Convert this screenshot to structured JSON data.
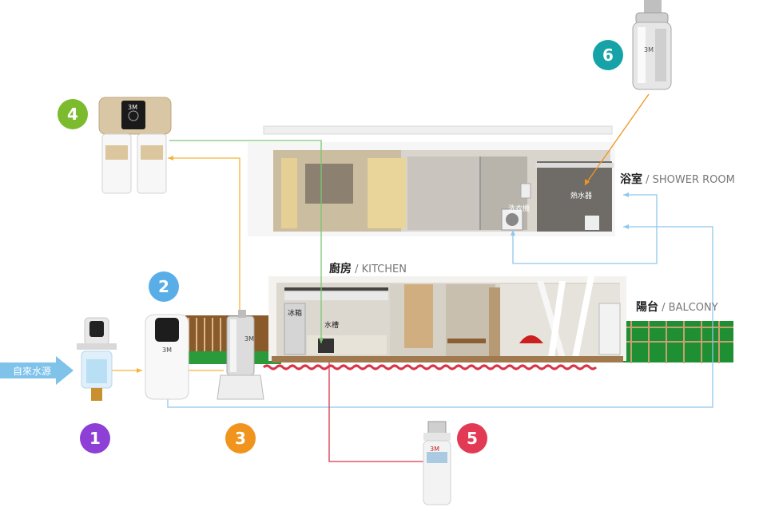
{
  "source": {
    "label": "自來水源"
  },
  "rooms": {
    "shower": {
      "zh": "浴室",
      "en": " / SHOWER ROOM"
    },
    "kitchen": {
      "zh": "廚房",
      "en": " / KITCHEN"
    },
    "balcony": {
      "zh": "陽台",
      "en": " / BALCONY"
    }
  },
  "fixtures": {
    "water_heater": "熱水器",
    "washer": "洗衣機",
    "fridge": "冰箱",
    "sink": "水槽"
  },
  "brand": "3M",
  "badges": [
    {
      "number": "1",
      "color": "#8e3fd6"
    },
    {
      "number": "2",
      "color": "#5aaee8"
    },
    {
      "number": "3",
      "color": "#f0941e"
    },
    {
      "number": "4",
      "color": "#7cba2e"
    },
    {
      "number": "5",
      "color": "#e23a55"
    },
    {
      "number": "6",
      "color": "#16a3a8"
    }
  ],
  "pipe_colors": {
    "supply": "#f3b43a",
    "green": "#7cc576",
    "hot": "#8fc8ec",
    "red": "#d9344a",
    "orange": "#f0941e"
  }
}
